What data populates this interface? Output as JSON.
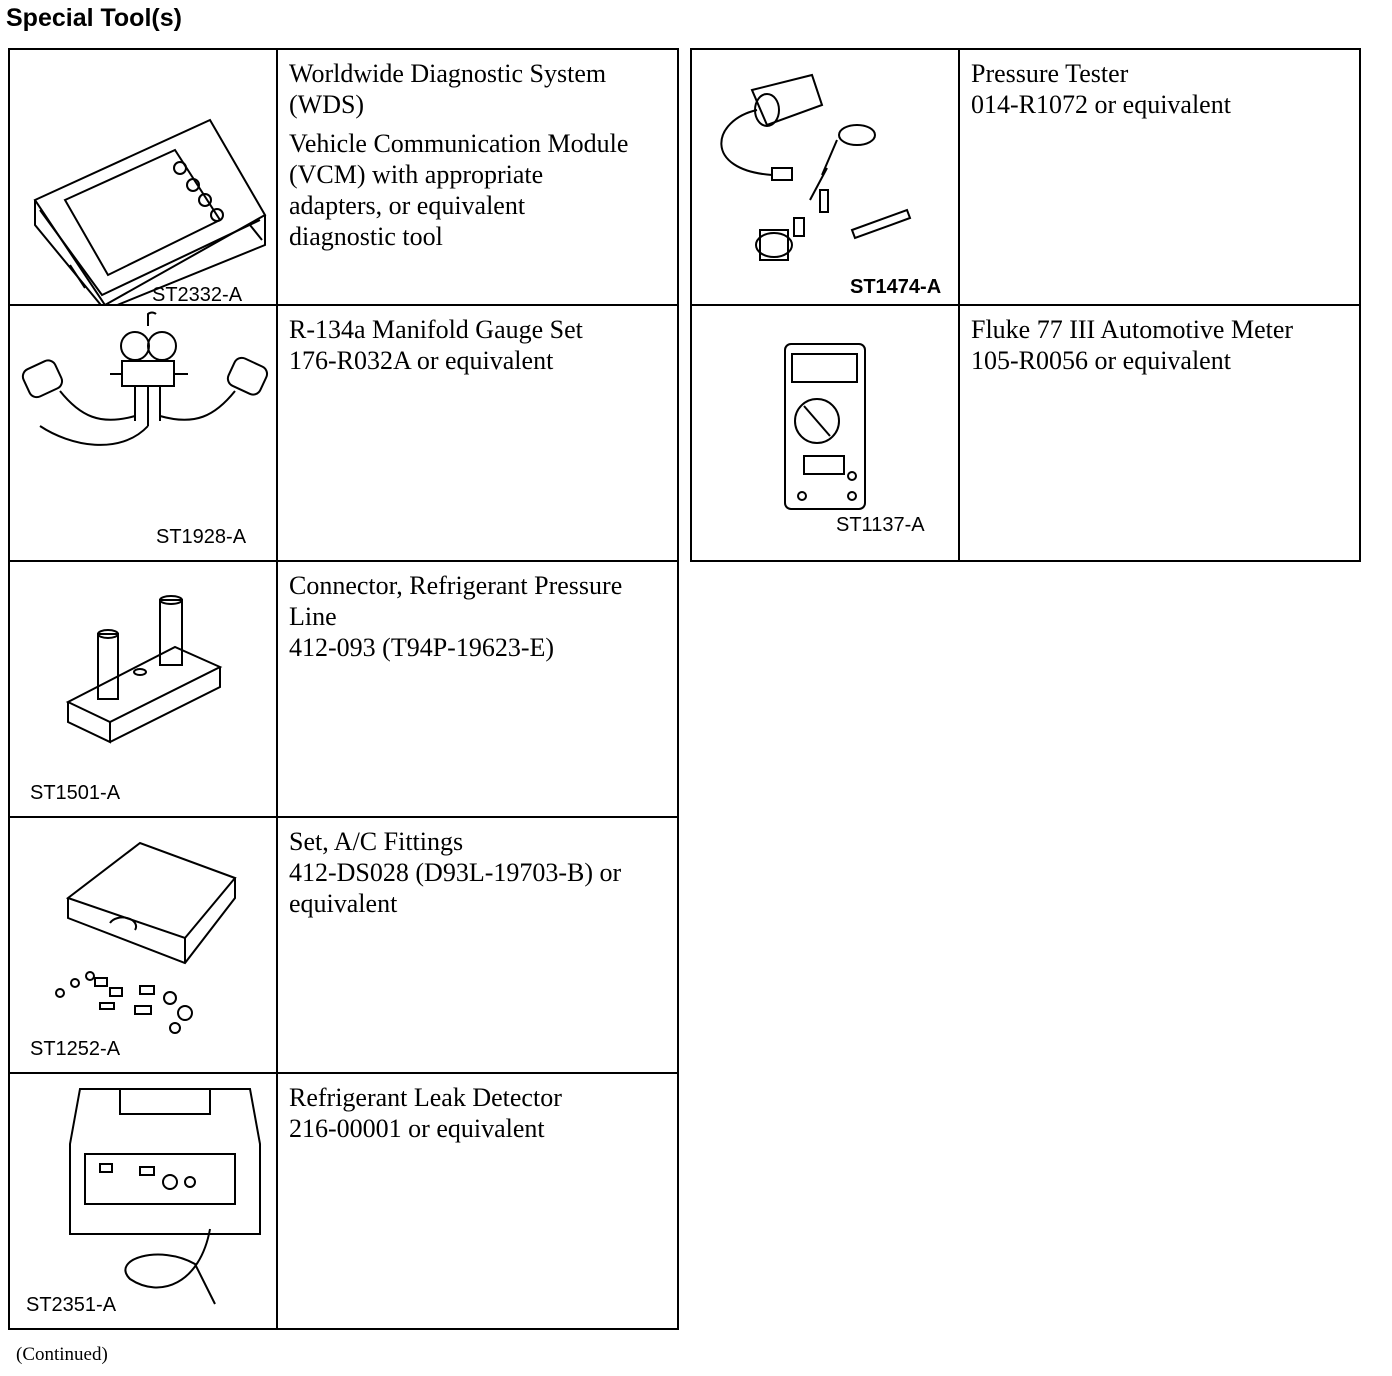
{
  "title": "Special Tool(s)",
  "continued": "(Continued)",
  "left_tools": [
    {
      "code": "ST2332-A",
      "icon": "diagnostic-system-icon",
      "lines": [
        "Worldwide Diagnostic System\n(WDS)",
        "Vehicle Communication Module\n(VCM) with appropriate\nadapters, or equivalent\ndiagnostic tool"
      ]
    },
    {
      "code": "ST1928-A",
      "icon": "manifold-gauge-icon",
      "lines": [
        "R-134a Manifold Gauge Set\n176-R032A or equivalent"
      ]
    },
    {
      "code": "ST1501-A",
      "icon": "pressure-line-connector-icon",
      "lines": [
        "Connector, Refrigerant Pressure\nLine\n412-093 (T94P-19623-E)"
      ]
    },
    {
      "code": "ST1252-A",
      "icon": "ac-fittings-case-icon",
      "lines": [
        "Set, A/C Fittings\n412-DS028 (D93L-19703-B) or\nequivalent"
      ]
    },
    {
      "code": "ST2351-A",
      "icon": "leak-detector-icon",
      "lines": [
        "Refrigerant Leak Detector\n216-00001 or equivalent"
      ]
    }
  ],
  "right_tools": [
    {
      "code": "ST1474-A",
      "icon": "pressure-tester-icon",
      "lines": [
        "Pressure Tester\n014-R1072 or equivalent"
      ]
    },
    {
      "code": "ST1137-A",
      "icon": "multimeter-icon",
      "lines": [
        "Fluke 77 III Automotive Meter\n105-R0056 or equivalent"
      ]
    }
  ]
}
